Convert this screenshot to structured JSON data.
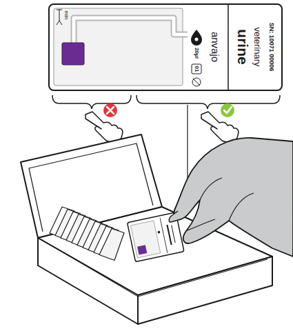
{
  "diagram": {
    "nodes": [
      {
        "text": [
          "min",
          "20µl",
          "01",
          "anvajo",
          "urine",
          "veterinary",
          "SN: 10071 00006"
        ]
      }
    ]
  }
}
